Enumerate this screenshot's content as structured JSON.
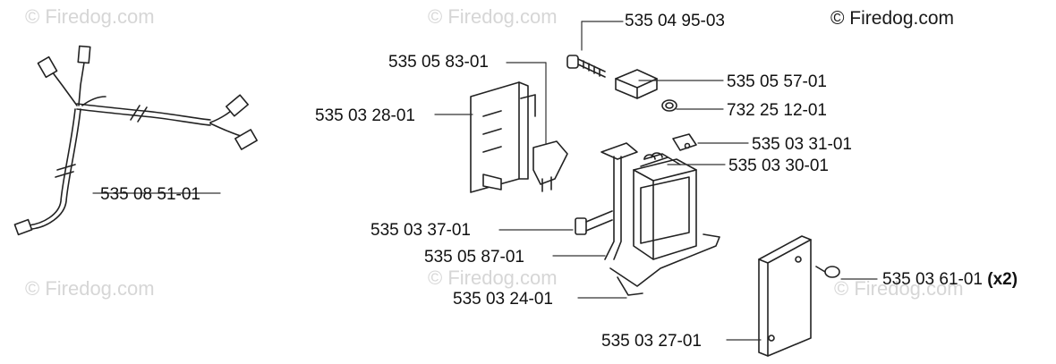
{
  "copyright": "© Firedog.com",
  "watermark": "© Firedog.com",
  "parts": [
    {
      "id": "p1",
      "number": "535 04 95-03",
      "qty": ""
    },
    {
      "id": "p2",
      "number": "535 05 83-01",
      "qty": ""
    },
    {
      "id": "p3",
      "number": "535 05 57-01",
      "qty": ""
    },
    {
      "id": "p4",
      "number": "535 03 28-01",
      "qty": ""
    },
    {
      "id": "p5",
      "number": "732 25 12-01",
      "qty": ""
    },
    {
      "id": "p6",
      "number": "535 03 31-01",
      "qty": ""
    },
    {
      "id": "p7",
      "number": "535 03 30-01",
      "qty": ""
    },
    {
      "id": "p8",
      "number": "535 08 51-01",
      "qty": ""
    },
    {
      "id": "p9",
      "number": "535 03 37-01",
      "qty": ""
    },
    {
      "id": "p10",
      "number": "535 05 87-01",
      "qty": ""
    },
    {
      "id": "p11",
      "number": "535 03 61-01",
      "qty": "(x2)"
    },
    {
      "id": "p12",
      "number": "535 03 24-01",
      "qty": ""
    },
    {
      "id": "p13",
      "number": "535 03 27-01",
      "qty": ""
    }
  ]
}
